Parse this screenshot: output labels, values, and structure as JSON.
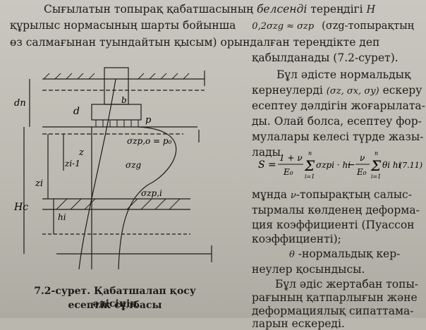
{
  "paragraph_top": {
    "line1": "Сығылатын топырақ қабатшасының",
    "line1_italic": "белсенді",
    "line1_end": "тереңдігі",
    "line1_sym": "H",
    "line2": "құрылыс нормасының шарты бойынша",
    "line2_math": "0,2σzg ≈ σzp",
    "line2_paren": "(σzg-топырақтың",
    "line3": "өз салмағынан туындайтын қысым)",
    "line3_end": "орындалған тереңдікте деп",
    "line4": "қабылданады (7.2-сурет)."
  },
  "paragraph_right": {
    "l1": "Бұл әдісте нормальдық",
    "l2_a": "кернеулерді",
    "l2_math": "(σz, σx, σy)",
    "l2_b": "ескеру",
    "l3": "есептеу дәлдігін жоғарылата-",
    "l4": "ды. Олай болса, есептеу фор-",
    "l5": "мулалары келесі түрде жазы-",
    "l6": "лады"
  },
  "formula": {
    "lhs": "S =",
    "num1": "1 + ν",
    "den1": "E₀",
    "sum_top": "n",
    "sum_bottom": "i=1",
    "term1": "σzpi · hi",
    "minus": "−",
    "num2": "ν",
    "den2": "E₀",
    "term2": "θi hi",
    "number": "(7.11)"
  },
  "paragraph_after": {
    "l1_a": "мұнда",
    "l1_math": "ν",
    "l1_b": "-топырақтың салыс-",
    "l2": "тырмалы көлденең деформа-",
    "l3": "ция коэффициенті (Пуассон",
    "l4": "коэффициенті);",
    "l5_math": "θ",
    "l5_b": "-нормальдық кер-",
    "l6": "неулер қосындысы.",
    "l7": "Бұл әдіс жертабан топы-",
    "l8": "рағының қатпарлығын және",
    "l9": "деформациялық сипаттама-",
    "l10": "ларын ескереді."
  },
  "figure": {
    "labels": {
      "d_n": "dn",
      "d": "d",
      "b": "b",
      "p": "p",
      "z": "z",
      "sigma_zp0": "σzp,o = p₀",
      "sigma_zg": "σzg",
      "z_i_minus_1": "zi-1",
      "z_i": "zi",
      "sigma_zpi": "σzp,i",
      "h_i": "hi",
      "H_c": "Hc"
    },
    "caption_line1": "7.2-сурет. Қабатшалап қосу әдісінің",
    "caption_line2": "есептік сұлбасы"
  },
  "colors": {
    "ink": "#1c1c1a",
    "paper": "#c3c1b8"
  }
}
